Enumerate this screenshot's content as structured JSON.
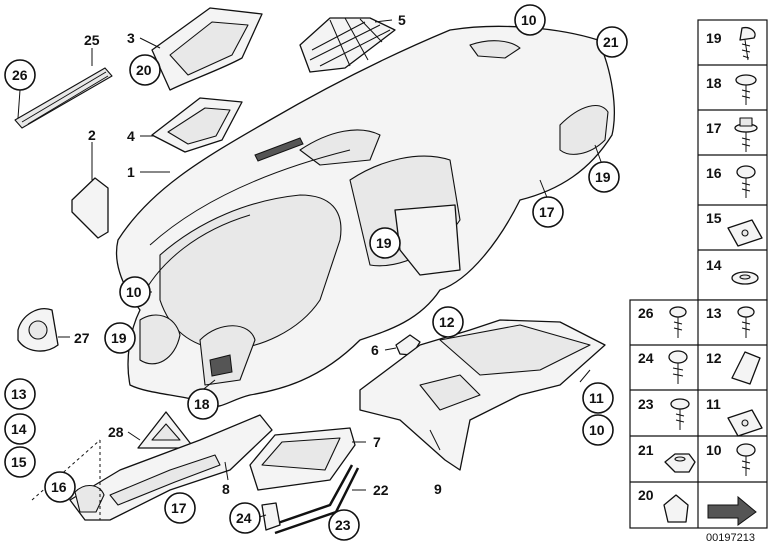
{
  "diagram": {
    "reference_number": "00197213",
    "callouts": [
      {
        "id": "c25",
        "text": "25"
      },
      {
        "id": "c26",
        "text": "26"
      },
      {
        "id": "c3",
        "text": "3"
      },
      {
        "id": "c20",
        "text": "20"
      },
      {
        "id": "c4",
        "text": "4"
      },
      {
        "id": "c5",
        "text": "5"
      },
      {
        "id": "c10a",
        "text": "10"
      },
      {
        "id": "c21",
        "text": "21"
      },
      {
        "id": "c2",
        "text": "2"
      },
      {
        "id": "c1",
        "text": "1"
      },
      {
        "id": "c19a",
        "text": "19"
      },
      {
        "id": "c17a",
        "text": "17"
      },
      {
        "id": "c19b",
        "text": "19"
      },
      {
        "id": "c10b",
        "text": "10"
      },
      {
        "id": "c19c",
        "text": "19"
      },
      {
        "id": "c27",
        "text": "27"
      },
      {
        "id": "c6",
        "text": "6"
      },
      {
        "id": "c12",
        "text": "12"
      },
      {
        "id": "c18",
        "text": "18"
      },
      {
        "id": "c11",
        "text": "11"
      },
      {
        "id": "c10c",
        "text": "10"
      },
      {
        "id": "c13",
        "text": "13"
      },
      {
        "id": "c14",
        "text": "14"
      },
      {
        "id": "c15",
        "text": "15"
      },
      {
        "id": "c28",
        "text": "28"
      },
      {
        "id": "c7",
        "text": "7"
      },
      {
        "id": "c16",
        "text": "16"
      },
      {
        "id": "c17b",
        "text": "17"
      },
      {
        "id": "c8",
        "text": "8"
      },
      {
        "id": "c9",
        "text": "9"
      },
      {
        "id": "c22",
        "text": "22"
      },
      {
        "id": "c24",
        "text": "24"
      },
      {
        "id": "c23",
        "text": "23"
      }
    ],
    "parts_grid": [
      {
        "id": "g19",
        "text": "19",
        "icon": "screw-icon"
      },
      {
        "id": "g18",
        "text": "18",
        "icon": "washer-screw-icon"
      },
      {
        "id": "g17",
        "text": "17",
        "icon": "flange-screw-icon"
      },
      {
        "id": "g16",
        "text": "16",
        "icon": "self-tapping-screw-icon"
      },
      {
        "id": "g15",
        "text": "15",
        "icon": "clip-nut-icon"
      },
      {
        "id": "g14",
        "text": "14",
        "icon": "washer-icon"
      },
      {
        "id": "g26",
        "text": "26",
        "icon": "screw-icon"
      },
      {
        "id": "g13",
        "text": "13",
        "icon": "screw-icon"
      },
      {
        "id": "g24",
        "text": "24",
        "icon": "screw-icon"
      },
      {
        "id": "g12",
        "text": "12",
        "icon": "spring-clip-icon"
      },
      {
        "id": "g23",
        "text": "23",
        "icon": "bolt-icon"
      },
      {
        "id": "g11",
        "text": "11",
        "icon": "clip-nut-icon"
      },
      {
        "id": "g21",
        "text": "21",
        "icon": "hex-nut-icon"
      },
      {
        "id": "g10",
        "text": "10",
        "icon": "screw-icon"
      },
      {
        "id": "g20",
        "text": "20",
        "icon": "clip-icon"
      },
      {
        "id": "garrow",
        "text": "",
        "icon": "arrow-icon"
      }
    ]
  }
}
